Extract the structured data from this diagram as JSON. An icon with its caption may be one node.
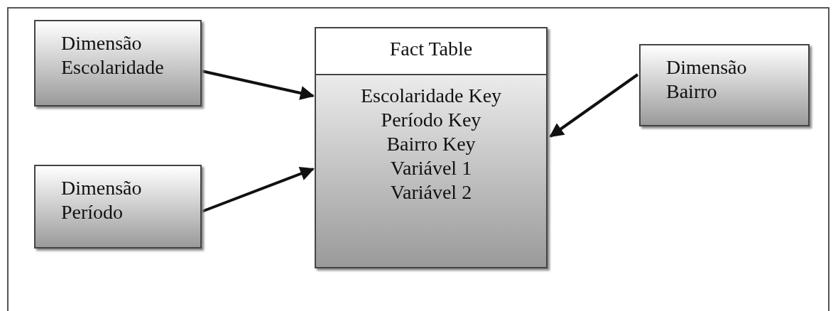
{
  "diagram": {
    "nodes": [
      {
        "text": [
          "Dimensão Escolaridade"
        ]
      },
      {
        "text": [
          "Dimensão Período"
        ]
      },
      {
        "text": [
          "Fact Table",
          "Escolaridade Key",
          "Período Key",
          "Bairro Key",
          "Variável 1",
          "Variável 2"
        ]
      },
      {
        "text": [
          "Dimensão Bairro"
        ]
      }
    ],
    "edges": [
      {
        "from": 0,
        "to": 2,
        "arrow": "to"
      },
      {
        "from": 1,
        "to": 2,
        "arrow": "to"
      },
      {
        "from": 3,
        "to": 2,
        "arrow": "to"
      }
    ]
  }
}
